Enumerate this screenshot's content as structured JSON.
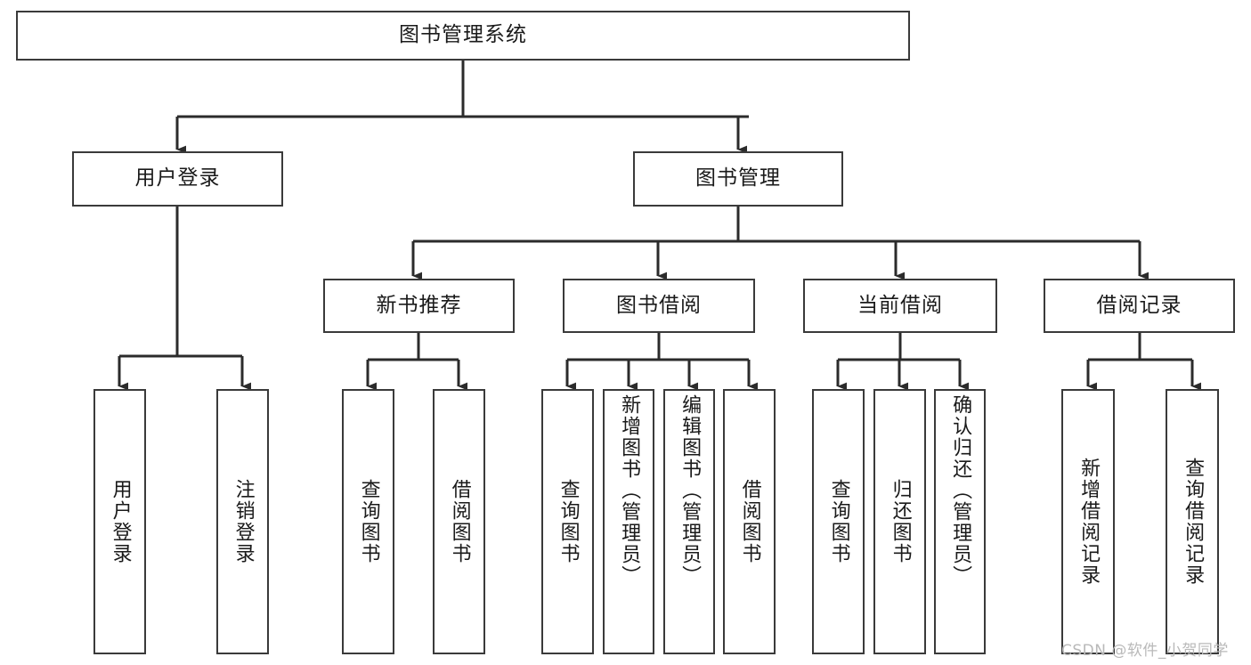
{
  "diagram": {
    "title": "图书管理系统",
    "type": "功能结构图",
    "watermark": "CSDN @软件_小贺同学",
    "colors": {
      "box_border": "#3a3a3a",
      "box_fill": "#ffffff",
      "connector": "#2b2b2b",
      "text": "#1a1a1a",
      "watermark": "#b9b9b9",
      "background": "#ffffff"
    }
  },
  "nodes": {
    "root": {
      "label": "图书管理系统",
      "level": 0,
      "orientation": "horizontal"
    },
    "level2": [
      {
        "id": "user-login",
        "label": "用户登录",
        "orientation": "horizontal"
      },
      {
        "id": "book-management",
        "label": "图书管理",
        "orientation": "horizontal"
      }
    ],
    "level3": [
      {
        "id": "new-book-recommend",
        "label": "新书推荐",
        "orientation": "horizontal",
        "parent": "book-management"
      },
      {
        "id": "book-borrow",
        "label": "图书借阅",
        "orientation": "horizontal",
        "parent": "book-management"
      },
      {
        "id": "current-borrow",
        "label": "当前借阅",
        "orientation": "horizontal",
        "parent": "book-management"
      },
      {
        "id": "borrow-record",
        "label": "借阅记录",
        "orientation": "horizontal",
        "parent": "book-management"
      }
    ],
    "leaves": [
      {
        "id": "leaf-user-login",
        "label": "用户登录",
        "parent": "user-login",
        "orientation": "vertical"
      },
      {
        "id": "leaf-user-logout",
        "label": "注销登录",
        "parent": "user-login",
        "orientation": "vertical"
      },
      {
        "id": "leaf-query-book-1",
        "label": "查询图书",
        "parent": "new-book-recommend",
        "orientation": "vertical"
      },
      {
        "id": "leaf-borrow-book-1",
        "label": "借阅图书",
        "parent": "new-book-recommend",
        "orientation": "vertical"
      },
      {
        "id": "leaf-query-book-2",
        "label": "查询图书",
        "parent": "book-borrow",
        "orientation": "vertical"
      },
      {
        "id": "leaf-add-book",
        "label": "新增图书（管理员）",
        "parent": "book-borrow",
        "orientation": "vertical"
      },
      {
        "id": "leaf-edit-book",
        "label": "编辑图书（管理员）",
        "parent": "book-borrow",
        "orientation": "vertical"
      },
      {
        "id": "leaf-borrow-book-2",
        "label": "借阅图书",
        "parent": "book-borrow",
        "orientation": "vertical"
      },
      {
        "id": "leaf-query-book-3",
        "label": "查询图书",
        "parent": "current-borrow",
        "orientation": "vertical"
      },
      {
        "id": "leaf-return-book",
        "label": "归还图书",
        "parent": "current-borrow",
        "orientation": "vertical"
      },
      {
        "id": "leaf-confirm-return",
        "label": "确认归还（管理员）",
        "parent": "current-borrow",
        "orientation": "vertical"
      },
      {
        "id": "leaf-add-record",
        "label": "新增借阅记录",
        "parent": "borrow-record",
        "orientation": "vertical"
      },
      {
        "id": "leaf-query-record",
        "label": "查询借阅记录",
        "parent": "borrow-record",
        "orientation": "vertical"
      }
    ]
  }
}
